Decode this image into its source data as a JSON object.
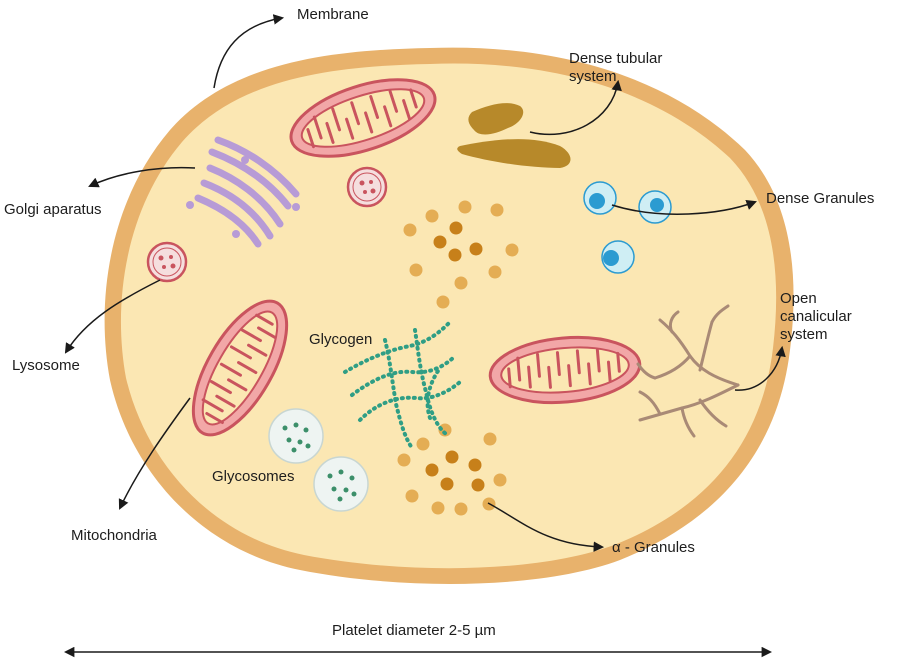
{
  "labels": {
    "membrane": "Membrane",
    "dense_tubular_system": "Dense tubular\nsystem",
    "golgi_apparatus": "Golgi aparatus",
    "dense_granules": "Dense Granules",
    "lysosome": "Lysosome",
    "open_canalicular_system": "Open\ncanalicular\nsystem",
    "glycogen": "Glycogen",
    "glycosomes": "Glycosomes",
    "mitochondria": "Mitochondria",
    "alpha_granules": "α - Granules",
    "platelet_diameter": "Platelet diameter 2-5 µm"
  },
  "colors": {
    "membrane_outer": "#e8b26c",
    "cytoplasm": "#fbe7b3",
    "mitochondria_fill": "#f2a7a7",
    "mitochondria_stroke": "#c9545e",
    "golgi": "#b79bd6",
    "dense_tubular": "#b7892a",
    "dense_granule_fill": "#cfeef4",
    "dense_granule_core": "#2b9bd1",
    "alpha_granule_light": "#e4ad54",
    "alpha_granule_dark": "#c7801a",
    "glycogen": "#2f9e85",
    "glycosome_fill": "#eef4f2",
    "glycosome_dots": "#3c8f6a",
    "canalicular": "#a98a76",
    "lysosome_fill": "#f5dede",
    "lysosome_stroke": "#c9545e",
    "arrow": "#1a1a1a"
  }
}
